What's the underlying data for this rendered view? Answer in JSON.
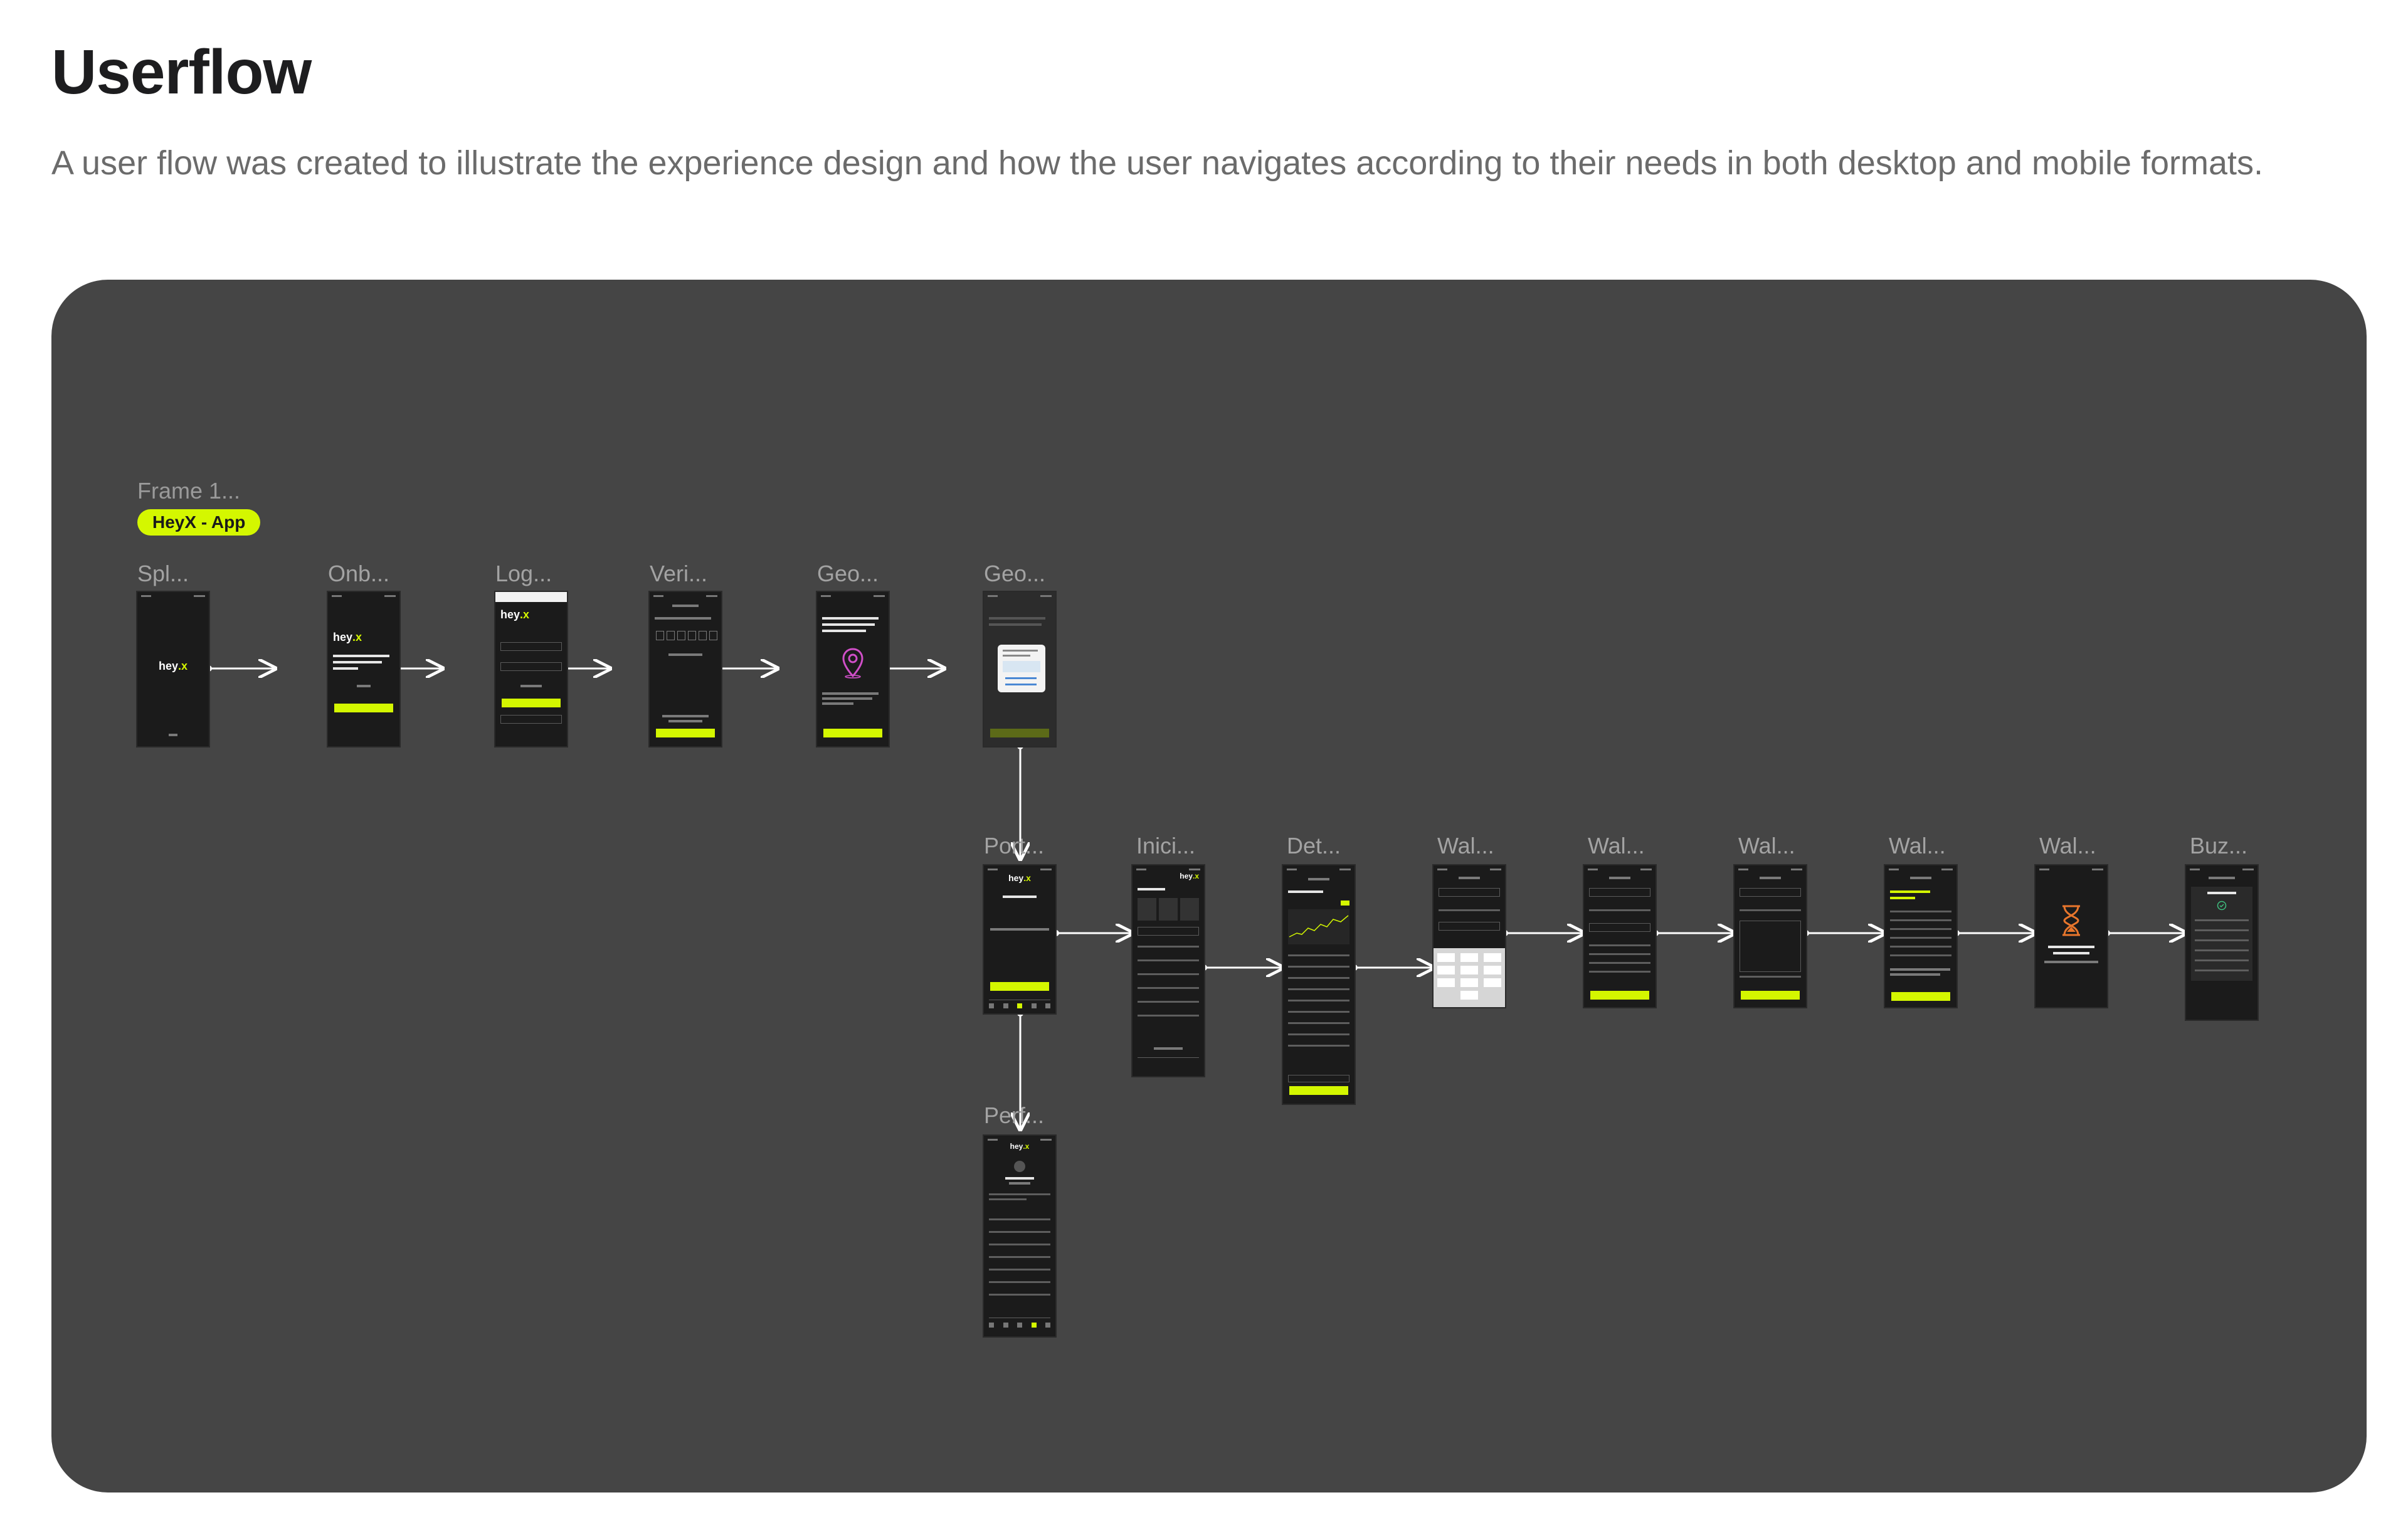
{
  "header": {
    "title": "Userflow",
    "description": "A user flow was created to illustrate the experience design and how the user navigates according to their needs in both desktop and mobile formats."
  },
  "board": {
    "frame_label": "Frame 1...",
    "badge": "HeyX - App",
    "logo_text": "hey",
    "logo_accent": ".x"
  },
  "screens": [
    {
      "label": "Spl..."
    },
    {
      "label": "Onb..."
    },
    {
      "label": "Log..."
    },
    {
      "label": "Veri..."
    },
    {
      "label": "Geo..."
    },
    {
      "label": "Geo..."
    },
    {
      "label": "Port..."
    },
    {
      "label": "Inici..."
    },
    {
      "label": "Det..."
    },
    {
      "label": "Wal..."
    },
    {
      "label": "Wal..."
    },
    {
      "label": "Wal..."
    },
    {
      "label": "Wal..."
    },
    {
      "label": "Wal..."
    },
    {
      "label": "Buz..."
    },
    {
      "label": "Perf..."
    }
  ],
  "colors": {
    "board_bg": "#454545",
    "accent": "#d4f700",
    "screen_bg": "#1b1b1b",
    "connector": "#ffffff",
    "location_pin": "#d04fc8",
    "hourglass": "#e8762c"
  },
  "icons": [
    "location-pin-icon",
    "hourglass-icon",
    "check-circle-icon",
    "keypad-icon"
  ]
}
